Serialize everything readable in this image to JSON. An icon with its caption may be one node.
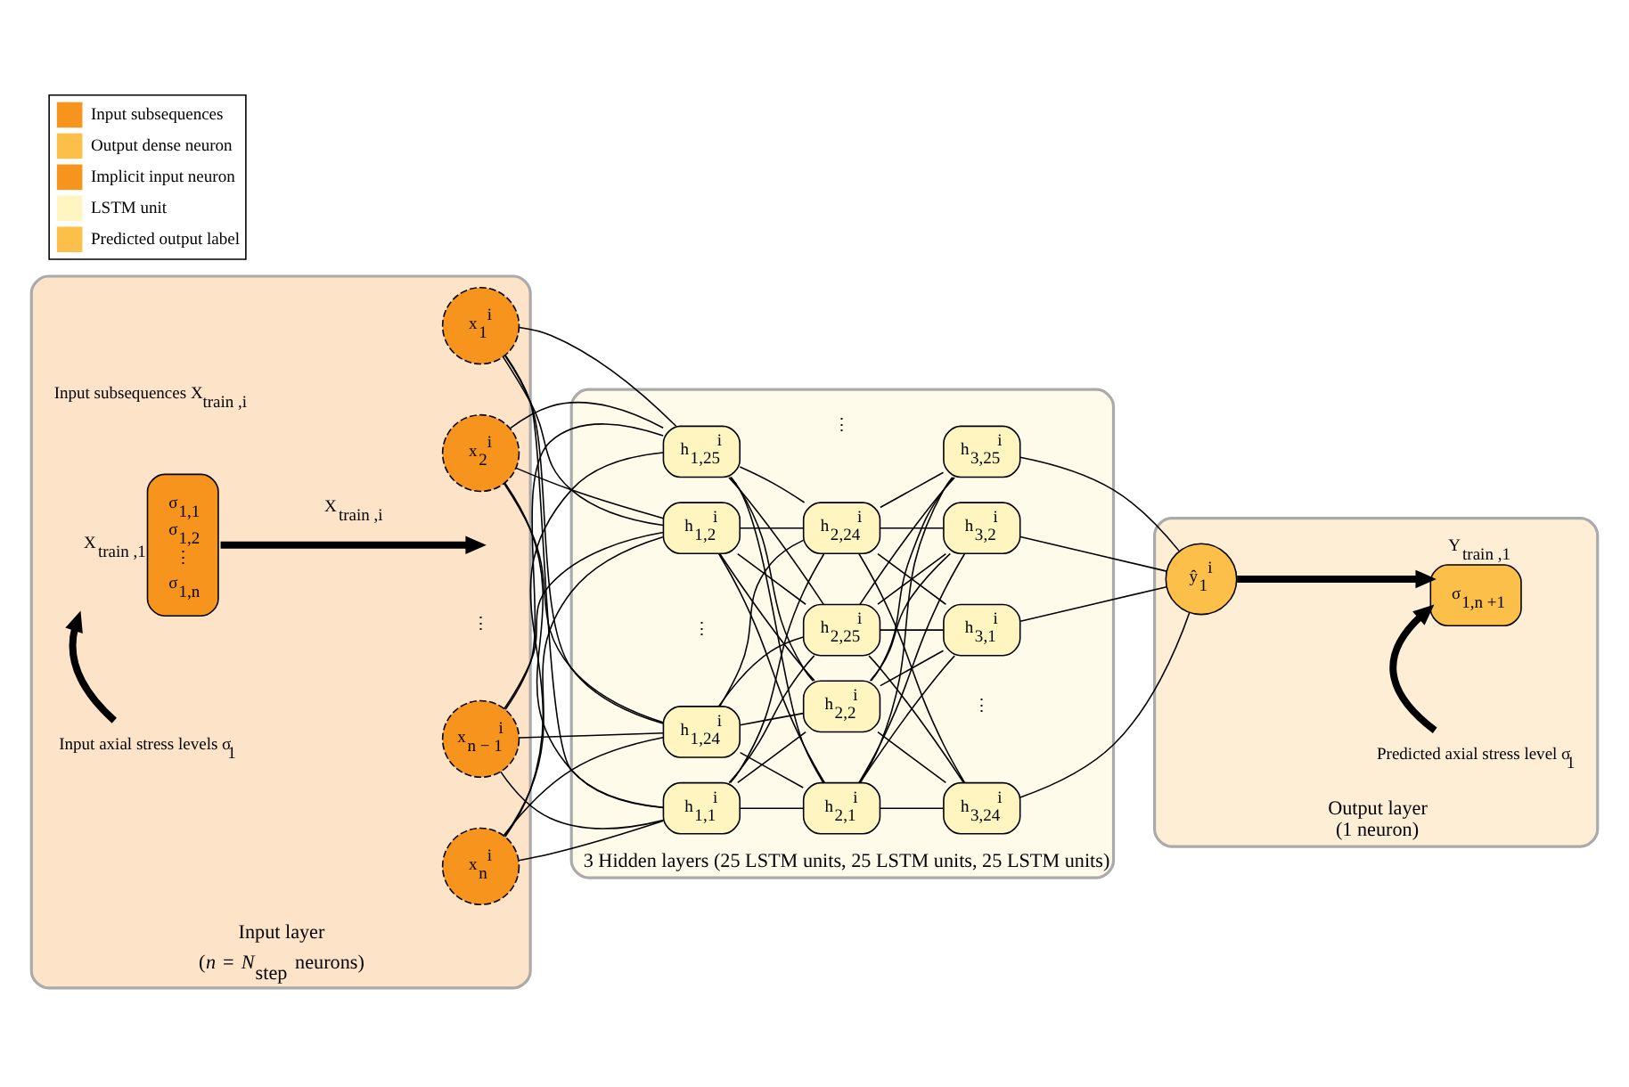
{
  "diagram": {
    "nodes": [
      {
        "text": [
          "Input layer",
          "(*n* = *N*$_{step}$ neurons)"
        ]
      },
      {
        "text": [
          "σ$_{1,1}$",
          "σ$_{1,2}$",
          "⋮",
          "σ$_{1,n}$"
        ],
        "in": 0,
        "beside": [
          "X$_{train ,1}$"
        ]
      },
      {
        "text": [
          "Input axial stress levels σ$_{1}$"
        ],
        "in": 0
      },
      {
        "text": [
          "x$_{1}$$^{i}$"
        ],
        "in": 0
      },
      {
        "text": [
          "x$_{2}$$^{i}$"
        ],
        "in": 0
      },
      {
        "text": [
          "x$_{n − 1}$$^{i}$"
        ],
        "in": 0
      },
      {
        "text": [
          "x$_{n}$$^{i}$"
        ],
        "in": 0
      },
      {
        "text": [
          "3 Hidden layers (25 LSTM units, 25 LSTM units, 25 LSTM units)"
        ]
      },
      {
        "text": [
          "h$_{1,1}$$^{i}$"
        ],
        "in": 7
      },
      {
        "text": [
          "h$_{1,2}$$^{i}$"
        ],
        "in": 7
      },
      {
        "text": [
          "h$_{1,24}$$^{i}$"
        ],
        "in": 7
      },
      {
        "text": [
          "h$_{1,25}$$^{i}$"
        ],
        "in": 7
      },
      {
        "text": [
          "h$_{2,1}$$^{i}$"
        ],
        "in": 7
      },
      {
        "text": [
          "h$_{2,2}$$^{i}$"
        ],
        "in": 7
      },
      {
        "text": [
          "h$_{2,24}$$^{i}$"
        ],
        "in": 7
      },
      {
        "text": [
          "h$_{2,25}$$^{i}$"
        ],
        "in": 7
      },
      {
        "text": [
          "h$_{3,1}$$^{i}$"
        ],
        "in": 7
      },
      {
        "text": [
          "h$_{3,2}$$^{i}$"
        ],
        "in": 7
      },
      {
        "text": [
          "h$_{3,24}$$^{i}$"
        ],
        "in": 7
      },
      {
        "text": [
          "h$_{3,25}$$^{i}$"
        ],
        "in": 7
      },
      {
        "text": [
          "Output layer",
          "(1 neuron)"
        ]
      },
      {
        "text": [
          "ŷ$_{1}$$^{i}$"
        ],
        "in": 20
      },
      {
        "text": [
          "σ$_{1,n +1}$"
        ],
        "in": 20,
        "beside": [
          "Y$_{train ,1}$"
        ]
      },
      {
        "text": [
          "Predicted axial stress level σ$_{1}$"
        ],
        "in": 20
      }
    ],
    "edges": [
      {
        "from": 2,
        "to": 1,
        "arrow": "to",
        "style": "thick"
      },
      {
        "from": 1,
        "to": null,
        "arrow": "to",
        "style": "thick",
        "label": "X$_{train ,i}$"
      },
      {
        "from": 3,
        "to": 8,
        "arrow": "none"
      },
      {
        "from": 3,
        "to": 9,
        "arrow": "none"
      },
      {
        "from": 3,
        "to": 10,
        "arrow": "none"
      },
      {
        "from": 3,
        "to": 11,
        "arrow": "none"
      },
      {
        "from": 4,
        "to": 8,
        "arrow": "none"
      },
      {
        "from": 4,
        "to": 9,
        "arrow": "none"
      },
      {
        "from": 4,
        "to": 10,
        "arrow": "none"
      },
      {
        "from": 4,
        "to": 11,
        "arrow": "none"
      },
      {
        "from": 5,
        "to": 8,
        "arrow": "none"
      },
      {
        "from": 5,
        "to": 9,
        "arrow": "none"
      },
      {
        "from": 5,
        "to": 10,
        "arrow": "none"
      },
      {
        "from": 5,
        "to": 11,
        "arrow": "none"
      },
      {
        "from": 6,
        "to": 8,
        "arrow": "none"
      },
      {
        "from": 6,
        "to": 9,
        "arrow": "none"
      },
      {
        "from": 6,
        "to": 10,
        "arrow": "none"
      },
      {
        "from": 6,
        "to": 11,
        "arrow": "none"
      },
      {
        "from": 8,
        "to": 12,
        "arrow": "none"
      },
      {
        "from": 8,
        "to": 13,
        "arrow": "none"
      },
      {
        "from": 8,
        "to": 14,
        "arrow": "none"
      },
      {
        "from": 8,
        "to": 15,
        "arrow": "none"
      },
      {
        "from": 9,
        "to": 12,
        "arrow": "none"
      },
      {
        "from": 9,
        "to": 13,
        "arrow": "none"
      },
      {
        "from": 9,
        "to": 14,
        "arrow": "none"
      },
      {
        "from": 9,
        "to": 15,
        "arrow": "none"
      },
      {
        "from": 10,
        "to": 12,
        "arrow": "none"
      },
      {
        "from": 10,
        "to": 13,
        "arrow": "none"
      },
      {
        "from": 10,
        "to": 14,
        "arrow": "none"
      },
      {
        "from": 10,
        "to": 15,
        "arrow": "none"
      },
      {
        "from": 11,
        "to": 12,
        "arrow": "none"
      },
      {
        "from": 11,
        "to": 13,
        "arrow": "none"
      },
      {
        "from": 11,
        "to": 14,
        "arrow": "none"
      },
      {
        "from": 11,
        "to": 15,
        "arrow": "none"
      },
      {
        "from": 12,
        "to": 16,
        "arrow": "none"
      },
      {
        "from": 12,
        "to": 17,
        "arrow": "none"
      },
      {
        "from": 12,
        "to": 18,
        "arrow": "none"
      },
      {
        "from": 12,
        "to": 19,
        "arrow": "none"
      },
      {
        "from": 13,
        "to": 16,
        "arrow": "none"
      },
      {
        "from": 13,
        "to": 17,
        "arrow": "none"
      },
      {
        "from": 13,
        "to": 18,
        "arrow": "none"
      },
      {
        "from": 13,
        "to": 19,
        "arrow": "none"
      },
      {
        "from": 14,
        "to": 16,
        "arrow": "none"
      },
      {
        "from": 14,
        "to": 17,
        "arrow": "none"
      },
      {
        "from": 14,
        "to": 18,
        "arrow": "none"
      },
      {
        "from": 14,
        "to": 19,
        "arrow": "none"
      },
      {
        "from": 15,
        "to": 16,
        "arrow": "none"
      },
      {
        "from": 15,
        "to": 17,
        "arrow": "none"
      },
      {
        "from": 15,
        "to": 18,
        "arrow": "none"
      },
      {
        "from": 15,
        "to": 19,
        "arrow": "none"
      },
      {
        "from": 16,
        "to": 21,
        "arrow": "none"
      },
      {
        "from": 17,
        "to": 21,
        "arrow": "none"
      },
      {
        "from": 18,
        "to": 21,
        "arrow": "none"
      },
      {
        "from": 19,
        "to": 21,
        "arrow": "none"
      },
      {
        "from": 21,
        "to": 22,
        "arrow": "to",
        "style": "thick"
      },
      {
        "from": 23,
        "to": 22,
        "arrow": "to",
        "style": "thick"
      }
    ],
    "labels": [
      "Input subsequences X$_{train ,i}$",
      "⋮",
      "⋮",
      "⋮",
      "⋮"
    ],
    "legend": [
      {
        "text": "Input subsequences",
        "color": "#f7941d"
      },
      {
        "text": "Output dense neuron",
        "color": "#fcc04a"
      },
      {
        "text": "Implicit input neuron",
        "color": "#f7941d"
      },
      {
        "text": "LSTM unit",
        "color": "#fff5c0"
      },
      {
        "text": "Predicted output label",
        "color": "#fcc04a"
      }
    ]
  }
}
